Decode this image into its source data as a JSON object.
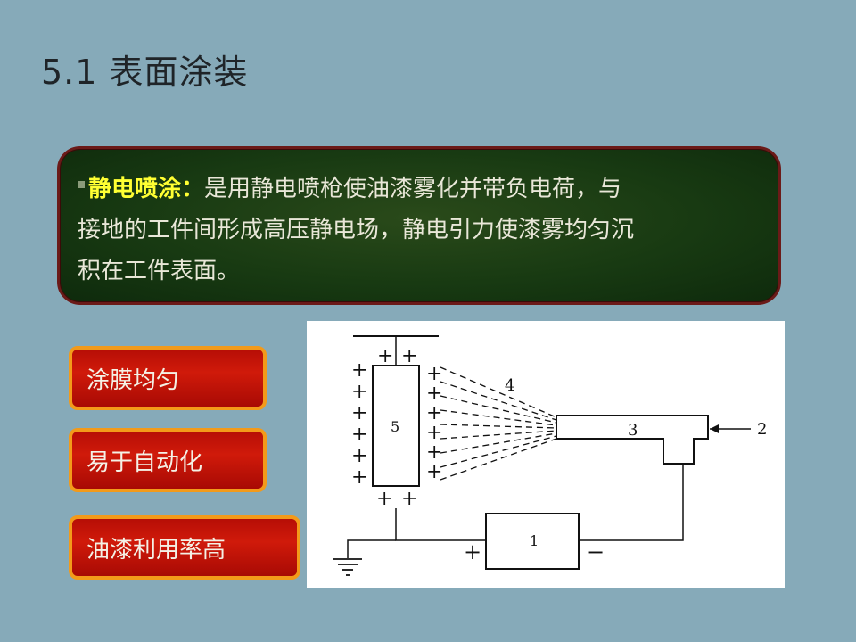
{
  "title": "5.1 表面涂装",
  "definition": {
    "term": "静电喷涂：",
    "lines": [
      "是用静电喷枪使油漆雾化并带负电荷，与",
      "接地的工件间形成高压静电场，静电引力使漆雾均匀沉",
      "积在工件表面。"
    ]
  },
  "features": [
    "涂膜均匀",
    "易于自动化",
    "油漆利用率高"
  ],
  "diagram": {
    "labels": {
      "power": "1",
      "input": "2",
      "gun": "3",
      "spray": "4",
      "workpiece": "5"
    },
    "plus": "+",
    "minus": "−"
  }
}
